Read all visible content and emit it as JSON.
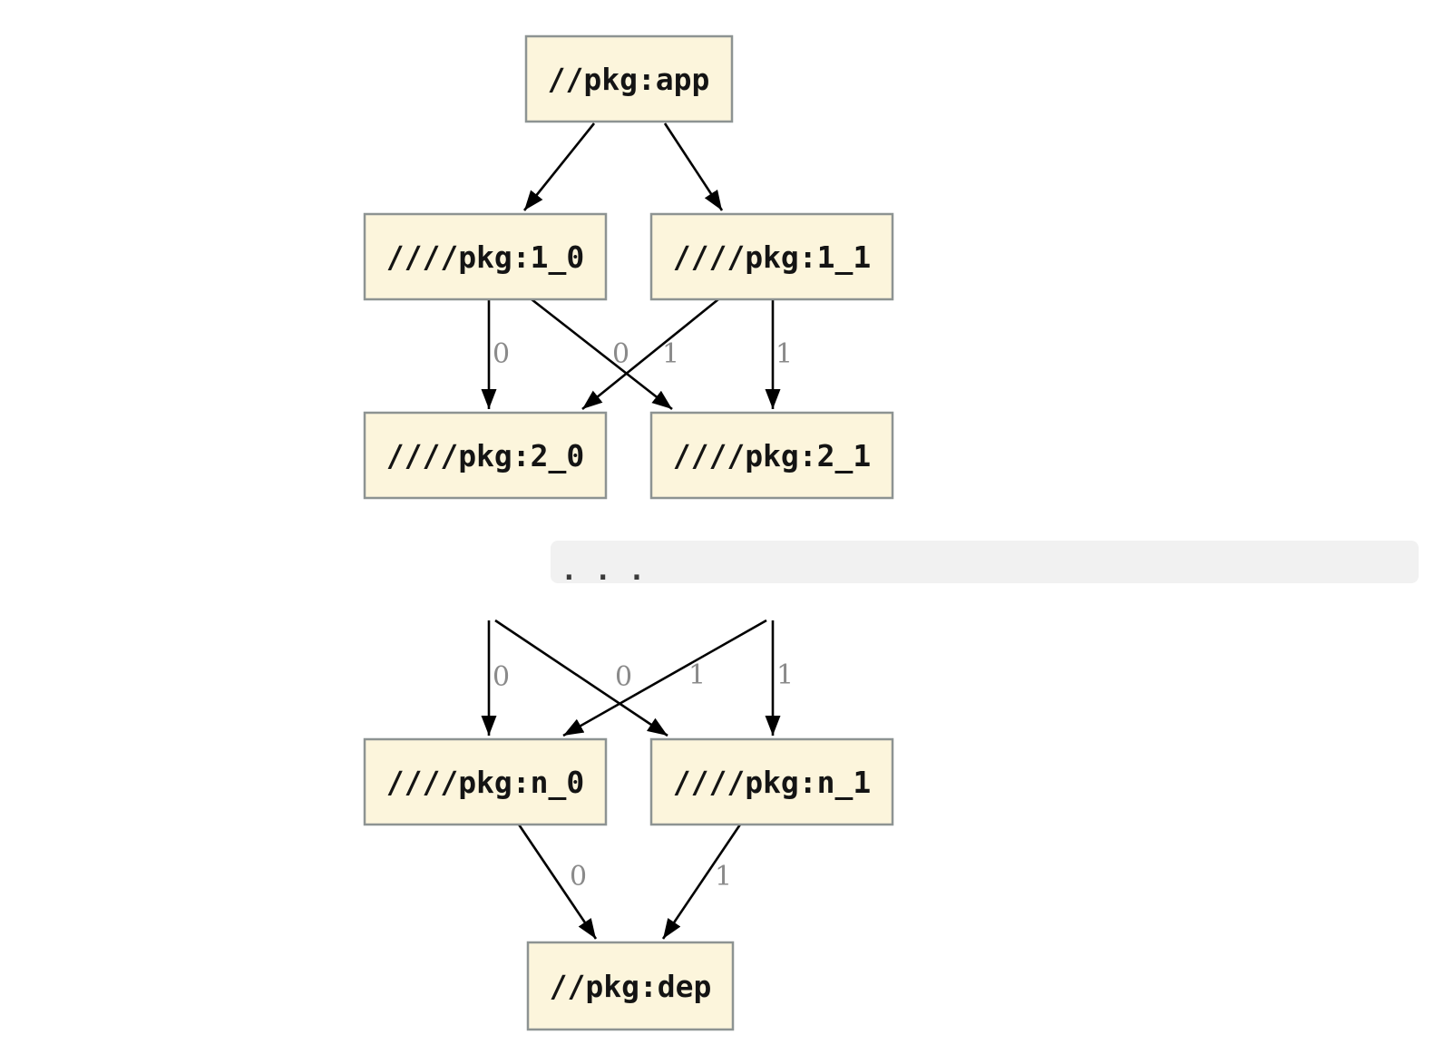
{
  "nodes": [
    {
      "label": "//pkg:app"
    },
    {
      "label": "////pkg:1_0"
    },
    {
      "label": "////pkg:1_1"
    },
    {
      "label": "////pkg:2_0"
    },
    {
      "label": "////pkg:2_1"
    },
    {
      "label": "////pkg:n_0"
    },
    {
      "label": "////pkg:n_1"
    },
    {
      "label": "//pkg:dep"
    }
  ],
  "edges": [
    {
      "from": "//pkg:app",
      "to": "////pkg:1_0"
    },
    {
      "from": "//pkg:app",
      "to": "////pkg:1_1"
    },
    {
      "from": "////pkg:1_0",
      "to": "////pkg:2_0",
      "label": "0"
    },
    {
      "from": "////pkg:1_0",
      "to": "////pkg:2_1",
      "label": "0"
    },
    {
      "from": "////pkg:1_1",
      "to": "////pkg:2_0",
      "label": "1"
    },
    {
      "from": "////pkg:1_1",
      "to": "////pkg:2_1",
      "label": "1"
    },
    {
      "from": "...",
      "to": "////pkg:n_0",
      "label": "0"
    },
    {
      "from": "...",
      "to": "////pkg:n_1",
      "label": "0"
    },
    {
      "from": "...",
      "to": "////pkg:n_0",
      "label": "1"
    },
    {
      "from": "...",
      "to": "////pkg:n_1",
      "label": "1"
    },
    {
      "from": "////pkg:n_0",
      "to": "//pkg:dep",
      "label": "0"
    },
    {
      "from": "////pkg:n_1",
      "to": "//pkg:dep",
      "label": "1"
    }
  ],
  "ellipsis": ". . .",
  "colors": {
    "background": "#ffffff",
    "node_fill": "#fcf5dc",
    "node_border": "#8d9392",
    "edge": "#000000",
    "edge_label": "#8a8a8a",
    "ellipsis_bar": "#f1f1f1",
    "ellipsis_text": "#3a3a3a"
  }
}
